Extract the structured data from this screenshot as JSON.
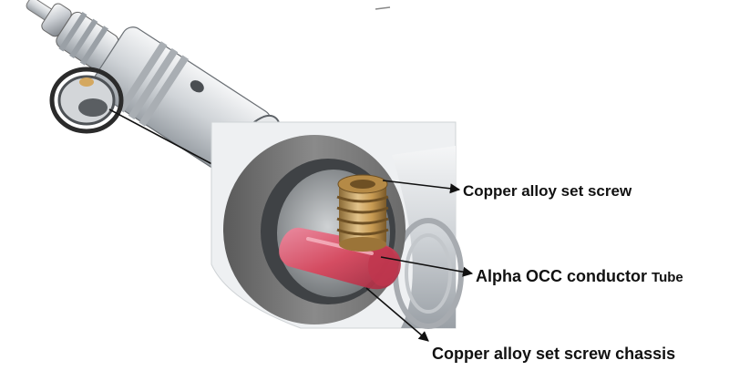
{
  "labels": {
    "set_screw": "Copper alloy set screw",
    "conductor_main": "Alpha OCC conductor",
    "conductor_suffix": "Tube",
    "chassis": "Copper alloy set screw chassis"
  },
  "colors": {
    "metal_light": "#e9ecef",
    "metal_mid": "#b9bec4",
    "metal_dark": "#5e6368",
    "housing_gray": "#6d6d6d",
    "brass": "#c79a52",
    "conductor_red": "#d9455c",
    "arrow": "#111111"
  },
  "icons": [
    "connector-overview-illustration",
    "cutaway-detail-illustration",
    "set-screw-illustration",
    "conductor-tube-illustration"
  ]
}
